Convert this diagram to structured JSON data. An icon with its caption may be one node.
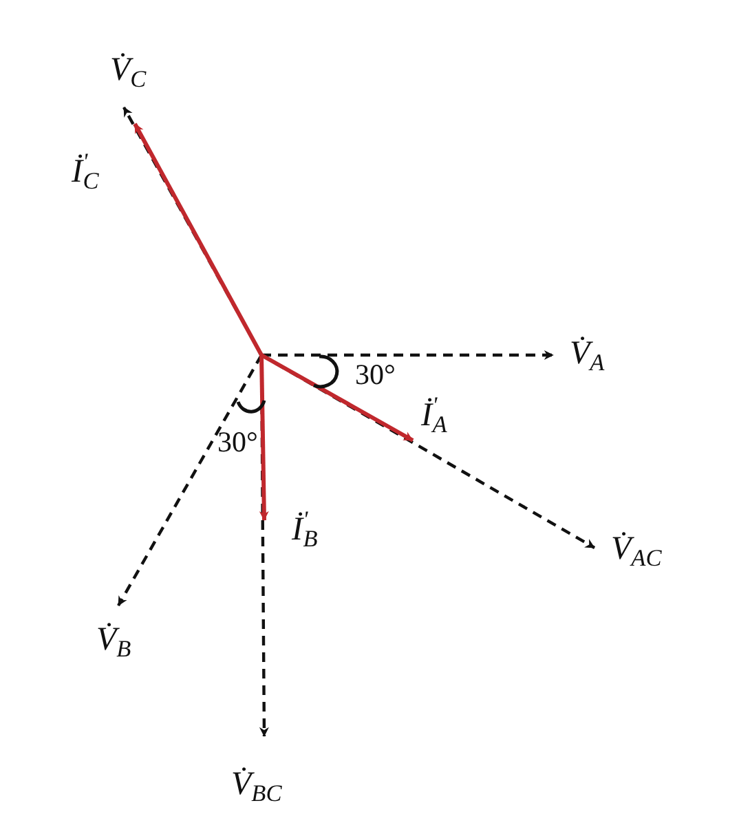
{
  "diagram": {
    "nodes": [
      {
        "text": [
          "V̇$_{C}$"
        ]
      },
      {
        "text": [
          "İ$^{'}$$_{C}$"
        ]
      },
      {
        "text": [
          "V̇$_{A}$"
        ]
      },
      {
        "text": [
          "İ$^{'}$$_{A}$"
        ]
      },
      {
        "text": [
          "V̇$_{AC}$"
        ]
      },
      {
        "text": [
          "İ$^{'}$$_{B}$"
        ]
      },
      {
        "text": [
          "V̇$_{B}$"
        ]
      },
      {
        "text": [
          "V̇$_{BC}$"
        ]
      }
    ],
    "edges": [
      {
        "from": null,
        "to": 0,
        "arrow": "to",
        "style": "dashed"
      },
      {
        "from": null,
        "to": 1,
        "arrow": "to",
        "color": "#c0282d"
      },
      {
        "from": null,
        "to": 2,
        "arrow": "to",
        "style": "dashed"
      },
      {
        "from": null,
        "to": 3,
        "arrow": "to",
        "color": "#c0282d"
      },
      {
        "from": null,
        "to": 4,
        "arrow": "to",
        "style": "dashed"
      },
      {
        "from": null,
        "to": 5,
        "arrow": "to",
        "color": "#c0282d"
      },
      {
        "from": null,
        "to": 6,
        "arrow": "to",
        "style": "dashed"
      },
      {
        "from": null,
        "to": 7,
        "arrow": "to",
        "style": "dashed"
      }
    ],
    "labels": [
      "30°",
      "30°"
    ]
  }
}
